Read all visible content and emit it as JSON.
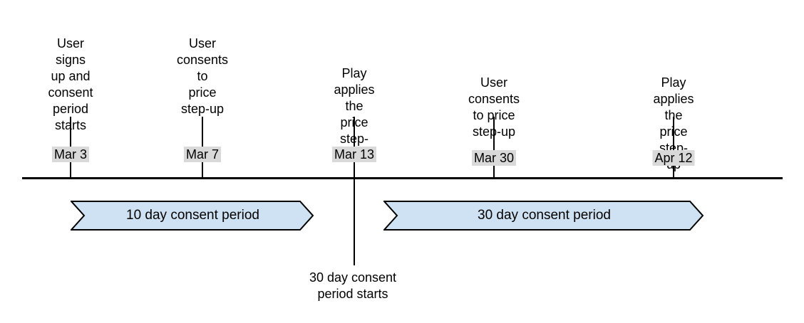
{
  "timeline": {
    "events": [
      {
        "date": "Mar 3",
        "label": "User signs\nup and\nconsent\nperiod starts"
      },
      {
        "date": "Mar 7",
        "label": "User\nconsents to\nprice\nstep-up"
      },
      {
        "date": "Mar 13",
        "label": "Play applies the\nprice step-up",
        "below_note": "30 day consent\nperiod starts"
      },
      {
        "date": "Mar 30",
        "label": "User consents to price\nstep-up"
      },
      {
        "date": "Apr 12",
        "label": "Play applies the\nprice step-up"
      }
    ],
    "periods": [
      {
        "label": "10 day consent period"
      },
      {
        "label": "30 day consent period"
      }
    ],
    "colors": {
      "period_fill": "#cfe2f3",
      "period_border": "#000000",
      "date_chip_bg": "#d9d9d9",
      "line": "#000000",
      "text": "#000000",
      "background": "#ffffff"
    }
  }
}
